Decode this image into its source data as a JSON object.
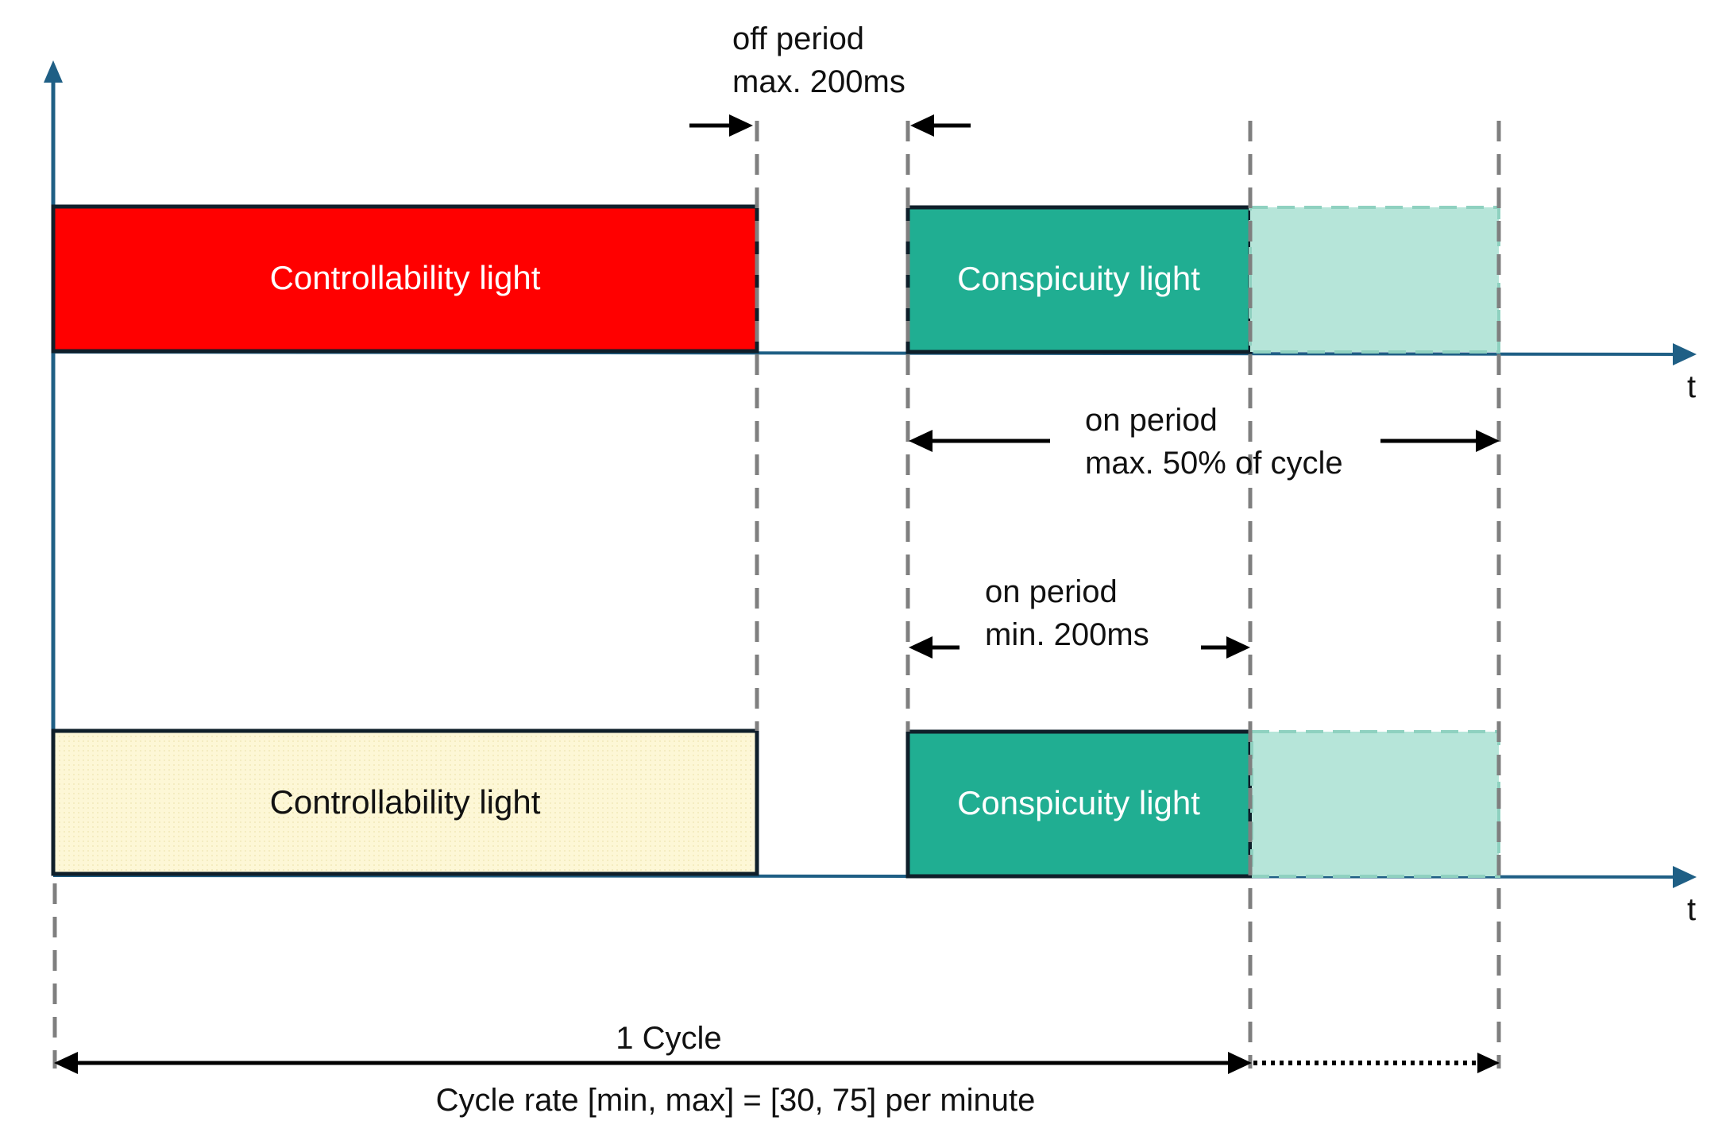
{
  "colors": {
    "axis": "#1f5f85",
    "controllability_red": "#ff0000",
    "controllability_pale": "#fdf7d6",
    "conspicuity": "#20ae92",
    "conspicuity_extension": "#b6e5d9",
    "guide_line": "#7f7f7f",
    "box_border": "#0f1f2a"
  },
  "upper": {
    "controllability_label": "Controllability light",
    "conspicuity_label": "Conspicuity light",
    "axis_label": "t"
  },
  "lower": {
    "controllability_label": "Controllability light",
    "conspicuity_label": "Conspicuity light",
    "axis_label": "t"
  },
  "annotations": {
    "off_period_line1": "off period",
    "off_period_line2": "max. 200ms",
    "on_max_line1": "on period",
    "on_max_line2": "max. 50% of cycle",
    "on_min_line1": "on period",
    "on_min_line2": "min. 200ms",
    "cycle_label": "1 Cycle",
    "cycle_rate": "Cycle rate [min, max] = [30, 75] per minute"
  }
}
